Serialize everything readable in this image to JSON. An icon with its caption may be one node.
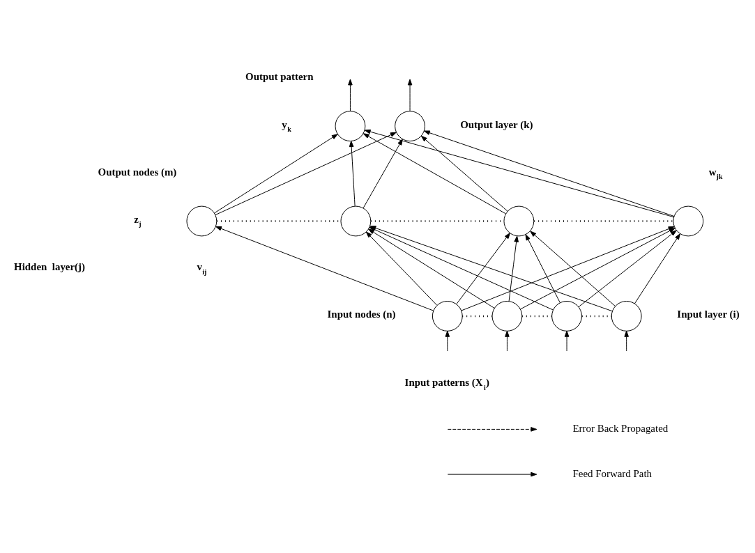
{
  "diagram": {
    "nodes": [
      {
        "text": [],
        "shape": "circle"
      },
      {
        "text": [],
        "shape": "circle"
      },
      {
        "text": [],
        "shape": "circle"
      },
      {
        "text": [],
        "shape": "circle"
      },
      {
        "text": [],
        "shape": "circle"
      },
      {
        "text": [],
        "shape": "circle"
      },
      {
        "text": [],
        "shape": "circle"
      },
      {
        "text": [],
        "shape": "circle"
      },
      {
        "text": [],
        "shape": "circle"
      },
      {
        "text": [],
        "shape": "circle"
      }
    ],
    "edges": [
      {
        "from": 0,
        "to": null,
        "arrow": "to"
      },
      {
        "from": 1,
        "to": null,
        "arrow": "to"
      },
      {
        "from": 2,
        "to": 0,
        "arrow": "to"
      },
      {
        "from": 2,
        "to": 1,
        "arrow": "to"
      },
      {
        "from": 3,
        "to": 0,
        "arrow": "to"
      },
      {
        "from": 3,
        "to": 1,
        "arrow": "to"
      },
      {
        "from": 4,
        "to": 0,
        "arrow": "to"
      },
      {
        "from": 4,
        "to": 1,
        "arrow": "to"
      },
      {
        "from": 5,
        "to": 0,
        "arrow": "to"
      },
      {
        "from": 5,
        "to": 1,
        "arrow": "to"
      },
      {
        "from": 2,
        "to": 3,
        "arrow": "none",
        "style": "dashed"
      },
      {
        "from": 3,
        "to": 4,
        "arrow": "none",
        "style": "dashed"
      },
      {
        "from": 4,
        "to": 5,
        "arrow": "none",
        "style": "dashed"
      },
      {
        "from": 6,
        "to": 2,
        "arrow": "to"
      },
      {
        "from": 6,
        "to": 3,
        "arrow": "to"
      },
      {
        "from": 6,
        "to": 4,
        "arrow": "to"
      },
      {
        "from": 6,
        "to": 5,
        "arrow": "to"
      },
      {
        "from": 7,
        "to": 3,
        "arrow": "to"
      },
      {
        "from": 7,
        "to": 4,
        "arrow": "to"
      },
      {
        "from": 7,
        "to": 5,
        "arrow": "to"
      },
      {
        "from": 8,
        "to": 3,
        "arrow": "to"
      },
      {
        "from": 8,
        "to": 4,
        "arrow": "to"
      },
      {
        "from": 8,
        "to": 5,
        "arrow": "to"
      },
      {
        "from": 9,
        "to": 3,
        "arrow": "to"
      },
      {
        "from": 9,
        "to": 4,
        "arrow": "to"
      },
      {
        "from": 9,
        "to": 5,
        "arrow": "to"
      },
      {
        "from": 6,
        "to": 7,
        "arrow": "none",
        "style": "dashed"
      },
      {
        "from": 7,
        "to": 8,
        "arrow": "none",
        "style": "dashed"
      },
      {
        "from": 8,
        "to": 9,
        "arrow": "none",
        "style": "dashed"
      },
      {
        "from": null,
        "to": 6,
        "arrow": "to"
      },
      {
        "from": null,
        "to": 7,
        "arrow": "to"
      },
      {
        "from": null,
        "to": 8,
        "arrow": "to"
      },
      {
        "from": null,
        "to": 9,
        "arrow": "to"
      }
    ],
    "labels": [
      "Output pattern",
      "y$_{k}$",
      "Output layer (k)",
      "Output nodes (m)",
      "w$_{jk}$",
      "z$_{j}$",
      "Hidden  layer(j)",
      "v$_{ij}$",
      "Input nodes (n)",
      "Input layer (i)",
      "Input patterns (X$_{i}$)"
    ],
    "legend": [
      {
        "text": "Error Back Propagated"
      },
      {
        "text": "Feed Forward Path"
      }
    ]
  }
}
